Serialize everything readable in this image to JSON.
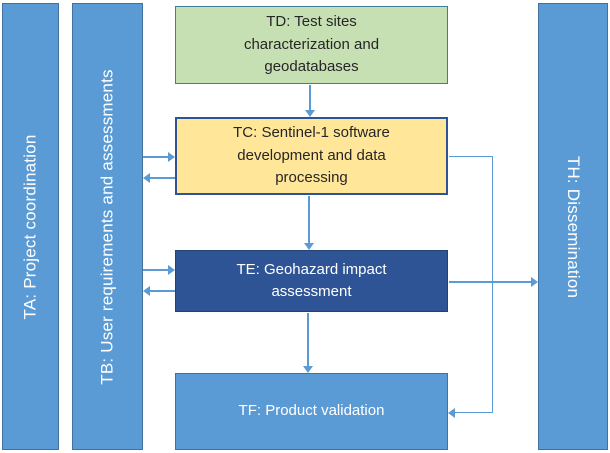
{
  "diagram": {
    "bars": [
      {
        "id": "TA",
        "label": "TA: Project coordination"
      },
      {
        "id": "TB",
        "label": "TB: User requirements and assessments"
      },
      {
        "id": "TH",
        "label": "TH: Dissemination"
      }
    ],
    "boxes": [
      {
        "id": "TD",
        "label": "TD: Test sites\ncharacterization and\ngeodatabases"
      },
      {
        "id": "TC",
        "label": "TC: Sentinel-1 software\ndevelopment and data\nprocessing"
      },
      {
        "id": "TE",
        "label": "TE: Geohazard impact\nassessment"
      },
      {
        "id": "TF",
        "label": "TF: Product validation"
      }
    ],
    "connections": [
      "TD -> TC",
      "TB <-> TC",
      "TC -> TE",
      "TB <-> TE",
      "TE -> TF",
      "TE -> TH",
      "TC -> TF (elbow right side)"
    ],
    "colors": {
      "bar_fill": "#5B9BD5",
      "bar_border": "#41719C",
      "box_td_fill": "#C6E0B4",
      "box_tc_fill": "#FFE699",
      "box_te_fill": "#2F5496",
      "box_tf_fill": "#5B9BD5",
      "connector": "#5B9BD5",
      "text_dark": "#262626",
      "text_light": "#FFFFFF"
    }
  }
}
